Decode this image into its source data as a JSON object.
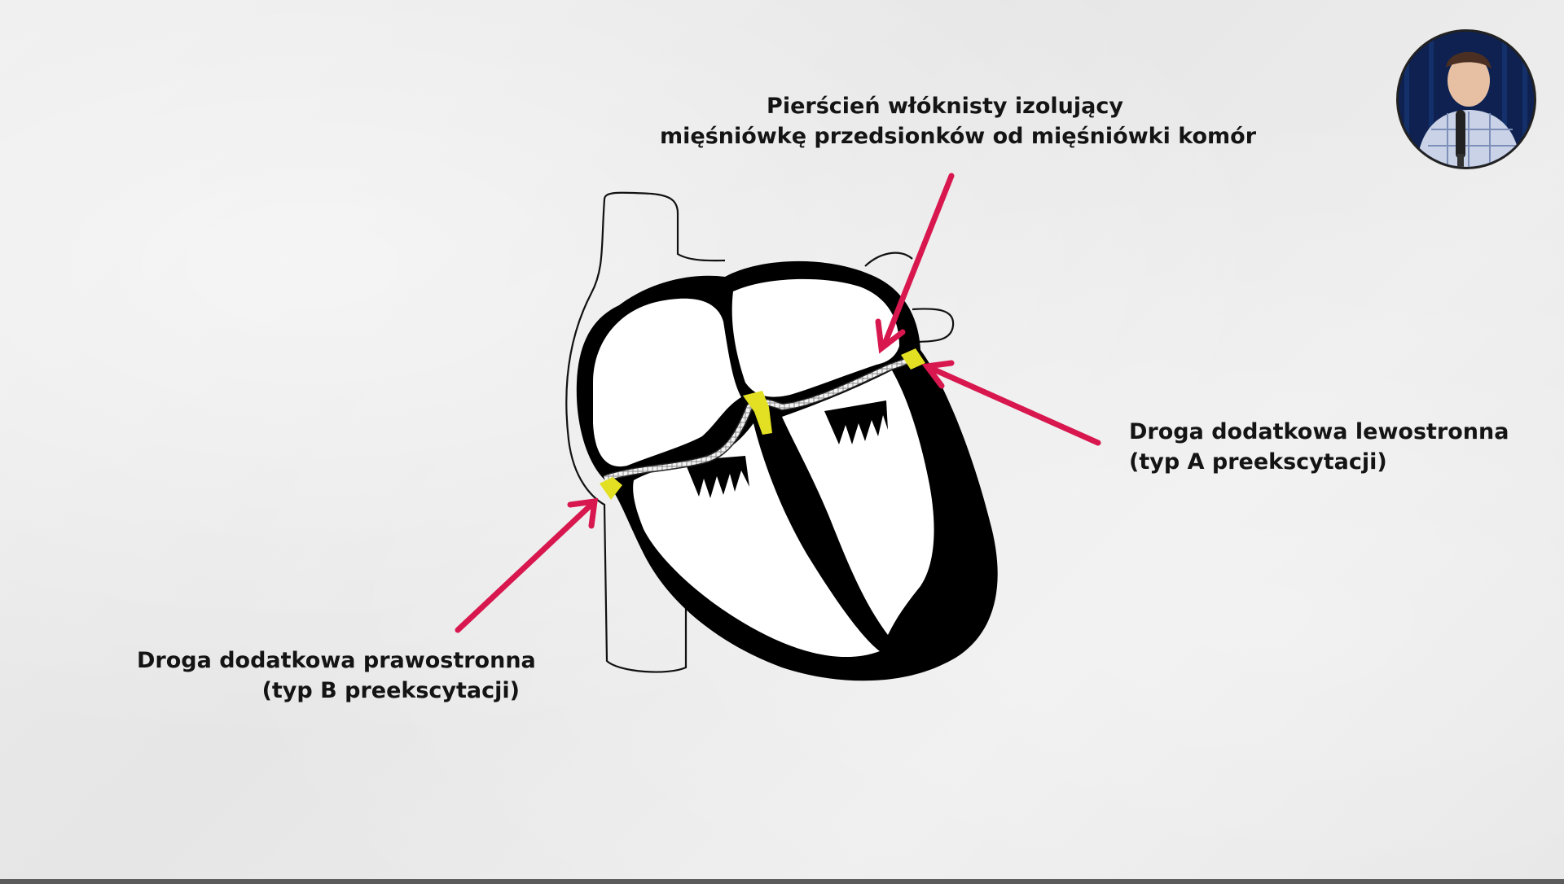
{
  "labels": {
    "annulus": {
      "line1": "Pierścień włóknisty izolujący",
      "line2": "mięśniówkę przedsionków od mięśniówki komór"
    },
    "right_pathway": {
      "line1": "Droga dodatkowa prawostronna",
      "line2": "(typ B preekscytacji)"
    },
    "left_pathway": {
      "line1": "Droga dodatkowa lewostronna",
      "line2": "(typ A preekscytacji)"
    }
  },
  "colors": {
    "arrow": "#d8174f",
    "pathway_highlight": "#e3e023",
    "myocardium": "#000000",
    "background": "#e9e9e9"
  },
  "presenter": {
    "icon": "presenter-avatar"
  }
}
